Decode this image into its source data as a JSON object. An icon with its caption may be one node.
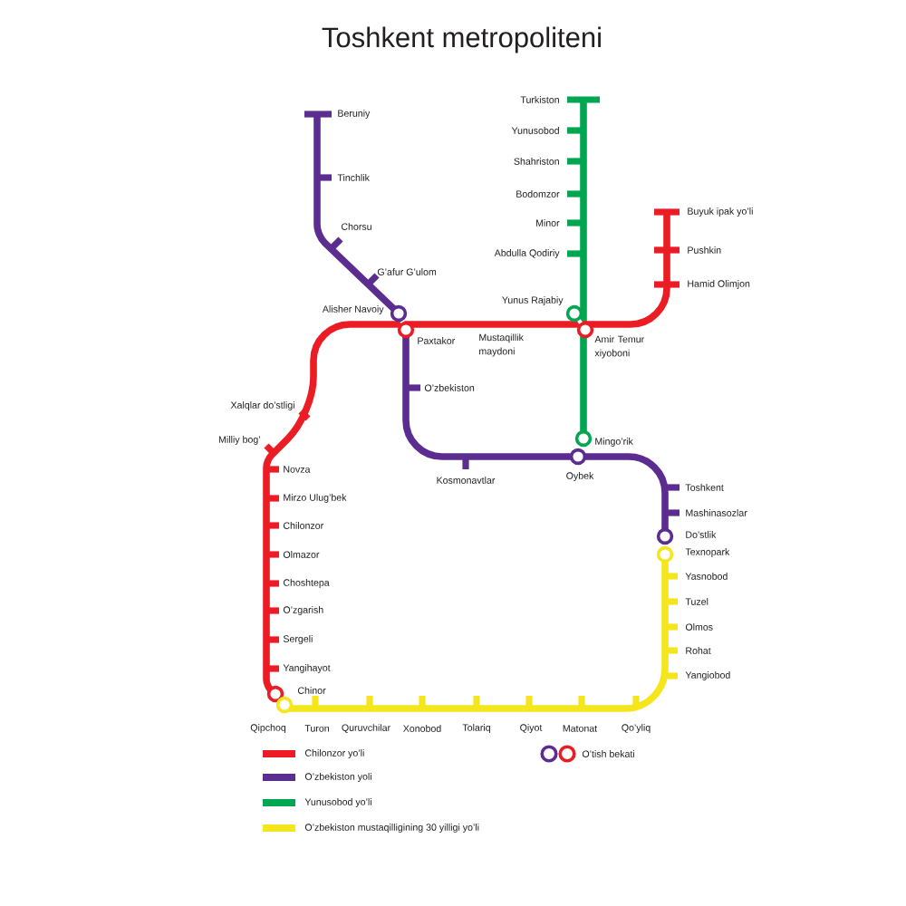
{
  "diagram": {
    "title": "Toshkent metropoliteni",
    "labels": [
      "Turkiston",
      "Yunusobod",
      "Shahriston",
      "Bodomzor",
      "Minor",
      "Abdulla Qodiriy",
      "Yunus Rajabiy",
      "Mingo’rik",
      "Beruniy",
      "Tinchlik",
      "Chorsu",
      "G’afur G’ulom",
      "Alisher Navoiy",
      "O’zbekiston",
      "Kosmonavtlar",
      "Oybek",
      "Toshkent",
      "Mashinasozlar",
      "Do’stlik",
      "Buyuk ipak yo’li",
      "Pushkin",
      "Hamid Olimjon",
      "Amir Temur xiyoboni",
      "Mustaqillik maydoni",
      "Paxtakor",
      "Xalqlar do’stligi",
      "Milliy bog’",
      "Novza",
      "Mirzo Ulug’bek",
      "Chilonzor",
      "Olmazor",
      "Choshtepa",
      "O’zgarish",
      "Sergeli",
      "Yangihayot",
      "Chinor",
      "Texnopark",
      "Yasnobod",
      "Tuzel",
      "Olmos",
      "Rohat",
      "Yangiobod",
      "Qo’yliq",
      "Matonat",
      "Qiyot",
      "Tolariq",
      "Xonobod",
      "Quruvchilar",
      "Turon",
      "Qipchoq"
    ],
    "legend": [
      {
        "text": "Chilonzor yo’li",
        "color": "#ec1c24"
      },
      {
        "text": "O’zbekiston yoli",
        "color": "#5c2d91"
      },
      {
        "text": "Yunusobod yo’li",
        "color": "#00a650"
      },
      {
        "text": "O’zbekiston mustaqilligining 30 yilligi yo’li",
        "color": "#f5e61c"
      },
      {
        "text": "O’tish bekati"
      }
    ]
  }
}
